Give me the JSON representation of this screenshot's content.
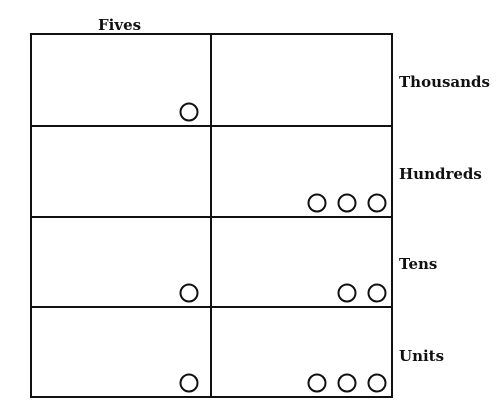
{
  "column_header": "Fives",
  "rows": [
    {
      "label": "Thousands",
      "fives_counters": 1,
      "ones_counters": 0
    },
    {
      "label": "Hundreds",
      "fives_counters": 0,
      "ones_counters": 3
    },
    {
      "label": "Tens",
      "fives_counters": 1,
      "ones_counters": 2
    },
    {
      "label": "Units",
      "fives_counters": 1,
      "ones_counters": 3
    }
  ],
  "colors": {
    "line": "#111111",
    "background": "#ffffff"
  }
}
